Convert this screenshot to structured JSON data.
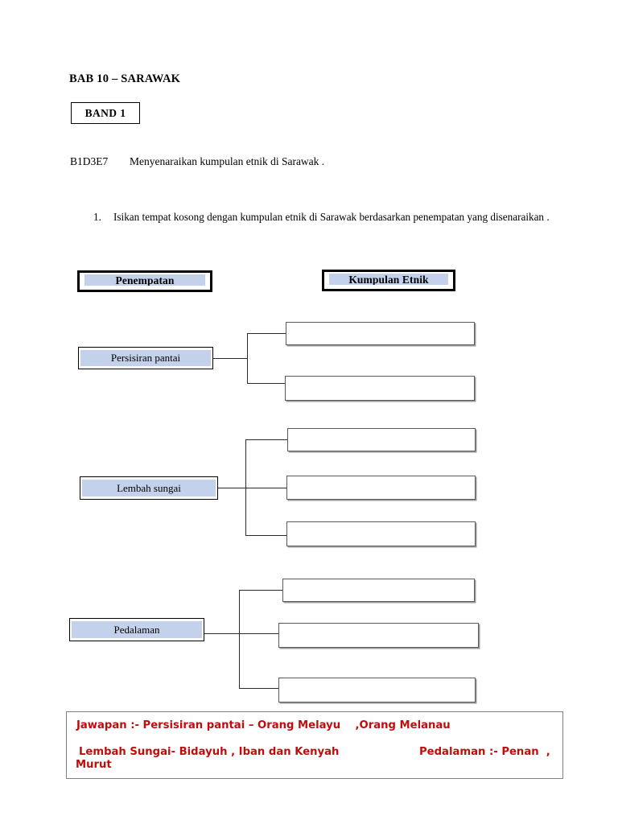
{
  "document": {
    "chapter_title": "BAB 10 – SARAWAK",
    "band_label": "BAND  1",
    "objective_code": "B1D3E7",
    "objective_text": "Menyenaraikan kumpulan etnik di Sarawak .",
    "question_number": "1.",
    "question_text": "Isikan tempat kosong dengan kumpulan etnik  di Sarawak berdasarkan penempatan yang disenaraikan ."
  },
  "diagram": {
    "column_headers": {
      "left": "Penempatan",
      "right": "Kumpulan Etnik"
    },
    "groups": [
      {
        "label": "Persisiran pantai",
        "blanks": [
          "",
          ""
        ]
      },
      {
        "label": "Lembah sungai",
        "blanks": [
          "",
          "",
          ""
        ]
      },
      {
        "label": "Pedalaman",
        "blanks": [
          "",
          "",
          ""
        ]
      }
    ]
  },
  "answer_key": {
    "line_1": "Jawapan :- Persisiran pantai – Orang Melayu    ,Orang Melanau",
    "line_2": "Lembah Sungai- Bidayuh , Iban dan Kenyah",
    "line_3": "Pedalaman :- Penan  ,",
    "line_4": "Murut"
  },
  "colors": {
    "label_fill": "#c3d2ea",
    "answer_red": "#bf0d0d",
    "border_black": "#000000",
    "blank_border": "#5a5a5a"
  }
}
